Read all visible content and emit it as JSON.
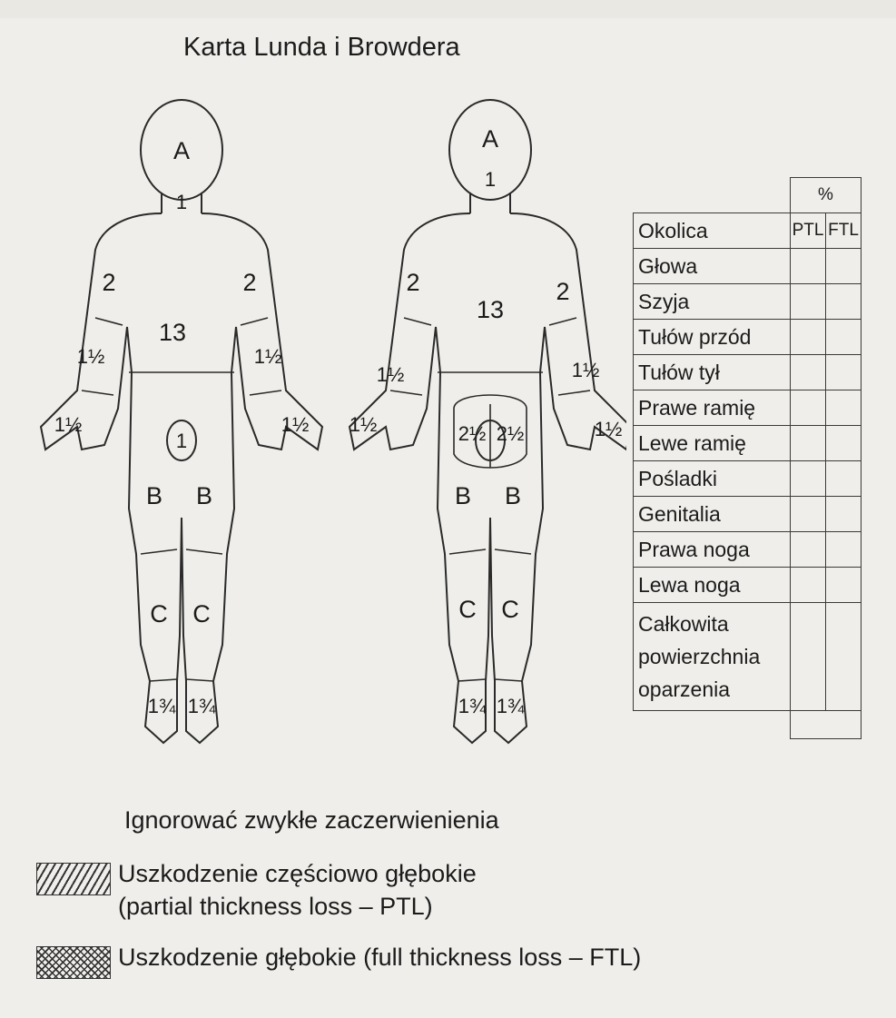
{
  "title": "Karta Lunda i Browdera",
  "table": {
    "percent_header": "%",
    "col_region": "Okolica",
    "col_ptl": "PTL",
    "col_ftl": "FTL",
    "rows": [
      "Głowa",
      "Szyja",
      "Tułów przód",
      "Tułów tył",
      "Prawe ramię",
      "Lewe ramię",
      "Pośladki",
      "Genitalia",
      "Prawa noga",
      "Lewa noga"
    ],
    "total_lines": [
      "Całkowita",
      "powierzchnia",
      "oparzenia"
    ]
  },
  "note": "Ignorować zwykłe zaczerwienienia",
  "legend": {
    "ptl_line1": "Uszkodzenie częściowo głębokie",
    "ptl_line2": "(partial thickness loss – PTL)",
    "ftl": "Uszkodzenie głębokie (full thickness loss – FTL)"
  },
  "figure_labels": {
    "head": "A",
    "neck": "1",
    "arm": "2",
    "trunk": "13",
    "forearm": "1½",
    "hand": "1½",
    "genitals": "1",
    "buttock": "2½",
    "thigh": "B",
    "leg": "C",
    "foot": "1¾"
  }
}
